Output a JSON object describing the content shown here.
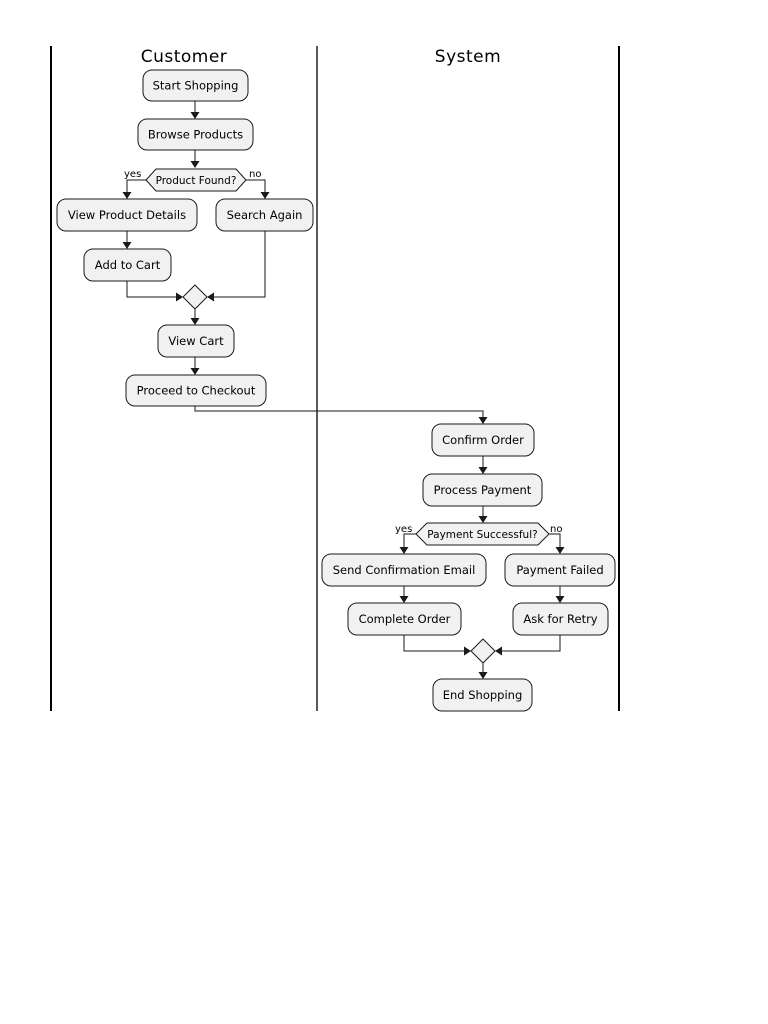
{
  "lanes": {
    "customer": "Customer",
    "system": "System"
  },
  "nodes": {
    "start_shopping": "Start Shopping",
    "browse_products": "Browse Products",
    "view_product_details": "View Product Details",
    "search_again": "Search Again",
    "add_to_cart": "Add to Cart",
    "view_cart": "View Cart",
    "proceed_to_checkout": "Proceed to Checkout",
    "confirm_order": "Confirm Order",
    "process_payment": "Process Payment",
    "send_confirmation_email": "Send Confirmation Email",
    "payment_failed": "Payment Failed",
    "complete_order": "Complete Order",
    "ask_for_retry": "Ask for Retry",
    "end_shopping": "End Shopping"
  },
  "decisions": {
    "product_found": {
      "question": "Product Found?",
      "yes": "yes",
      "no": "no"
    },
    "payment_successful": {
      "question": "Payment Successful?",
      "yes": "yes",
      "no": "no"
    }
  },
  "colors": {
    "node_fill": "#f1f1f1",
    "stroke": "#1a1a1a",
    "background": "#ffffff"
  }
}
